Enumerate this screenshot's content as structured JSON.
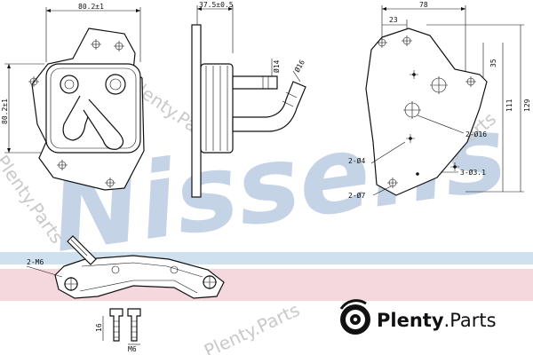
{
  "colors": {
    "brand_watermark": "#c5d3e6",
    "band_blue": "#cfe0ee",
    "band_pink": "#f5d7de",
    "line": "#111111",
    "watermark_text": "#c9c9c9"
  },
  "brand_watermark": "Nissens",
  "watermark_text": "Plenty.Parts",
  "front_view": {
    "width_label": "80.2±1",
    "height_label": "80.2±1"
  },
  "side_view": {
    "depth_label": "37.5±0.5",
    "pipe1_dia_label": "Ø14",
    "pipe2_dia_label": "Ø16"
  },
  "rear_view": {
    "width_total_label": "78",
    "offset_x_label": "23",
    "offset_y_label": "35",
    "height_inner_label": "111",
    "height_total_label": "129",
    "callouts": [
      "2-Ø16",
      "2-Ø4",
      "3-Ø3.1",
      "2-Ø7"
    ]
  },
  "bracket": {
    "thread_label": "2-M6"
  },
  "bolts": {
    "length_label": "16",
    "thread_label": "M6"
  },
  "logo": {
    "name": "Plenty",
    "suffix": ".Parts",
    "icon": "brake-disc-icon"
  }
}
